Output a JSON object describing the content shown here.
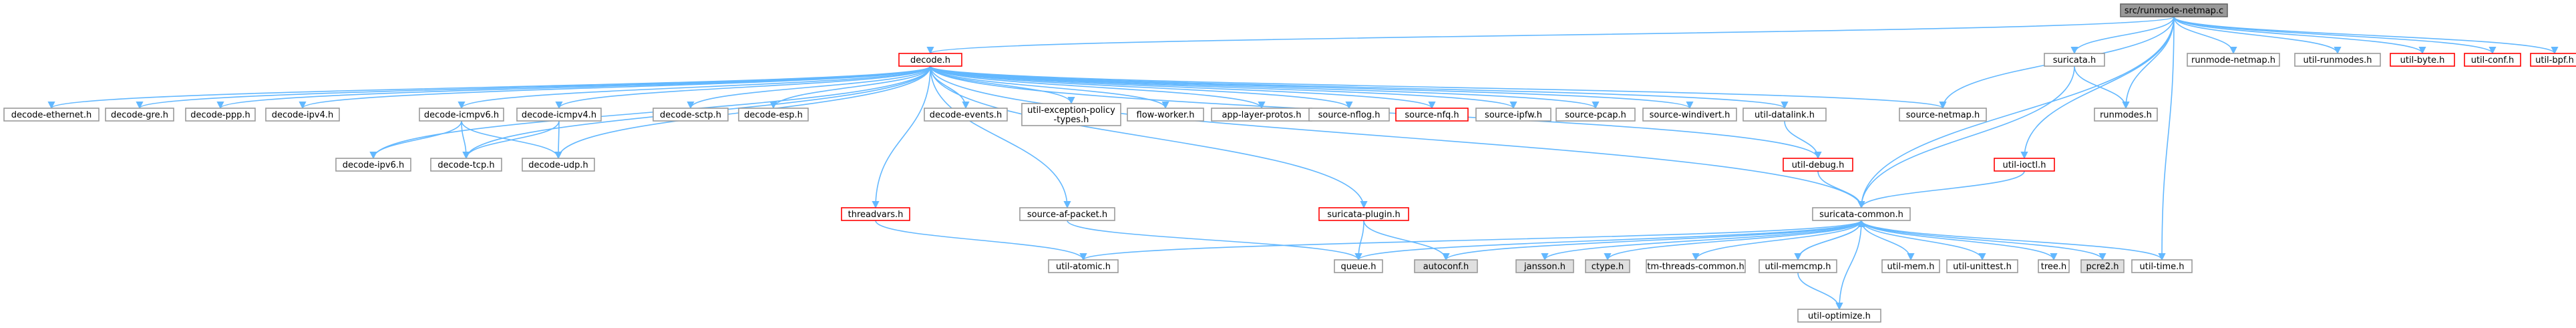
{
  "colors": {
    "edge": "#63b8ff",
    "normal_fill": "#ffffff",
    "normal_border": "#999999",
    "root_fill": "#999999",
    "root_border": "#666666",
    "missing_border": "#ff0000",
    "external_fill": "#e0e0e0",
    "external_border": "#999999"
  },
  "nodes": [
    {
      "id": "root",
      "label": "src/runmode-netmap.c",
      "style": "root"
    },
    {
      "id": "decode",
      "label": "decode.h",
      "style": "missing"
    },
    {
      "id": "suricata",
      "label": "suricata.h",
      "style": "normal"
    },
    {
      "id": "runmode_netmap",
      "label": "runmode-netmap.h",
      "style": "normal"
    },
    {
      "id": "util_runmodes",
      "label": "util-runmodes.h",
      "style": "normal"
    },
    {
      "id": "util_byte",
      "label": "util-byte.h",
      "style": "missing"
    },
    {
      "id": "util_conf",
      "label": "util-conf.h",
      "style": "missing"
    },
    {
      "id": "util_bpf",
      "label": "util-bpf.h",
      "style": "missing"
    },
    {
      "id": "decode_ethernet",
      "label": "decode-ethernet.h",
      "style": "normal"
    },
    {
      "id": "decode_gre",
      "label": "decode-gre.h",
      "style": "normal"
    },
    {
      "id": "decode_ppp",
      "label": "decode-ppp.h",
      "style": "normal"
    },
    {
      "id": "decode_ipv4",
      "label": "decode-ipv4.h",
      "style": "normal"
    },
    {
      "id": "decode_icmpv6",
      "label": "decode-icmpv6.h",
      "style": "normal"
    },
    {
      "id": "decode_icmpv4",
      "label": "decode-icmpv4.h",
      "style": "normal"
    },
    {
      "id": "decode_sctp",
      "label": "decode-sctp.h",
      "style": "normal"
    },
    {
      "id": "decode_esp",
      "label": "decode-esp.h",
      "style": "normal"
    },
    {
      "id": "decode_events",
      "label": "decode-events.h",
      "style": "normal"
    },
    {
      "id": "util_exception",
      "label": "util-exception-policy\n-types.h",
      "style": "normal"
    },
    {
      "id": "flow_worker",
      "label": "flow-worker.h",
      "style": "normal"
    },
    {
      "id": "app_layer_protos",
      "label": "app-layer-protos.h",
      "style": "normal"
    },
    {
      "id": "source_nflog",
      "label": "source-nflog.h",
      "style": "normal"
    },
    {
      "id": "source_nfq",
      "label": "source-nfq.h",
      "style": "missing"
    },
    {
      "id": "source_ipfw",
      "label": "source-ipfw.h",
      "style": "normal"
    },
    {
      "id": "source_pcap",
      "label": "source-pcap.h",
      "style": "normal"
    },
    {
      "id": "source_windivert",
      "label": "source-windivert.h",
      "style": "normal"
    },
    {
      "id": "util_datalink",
      "label": "util-datalink.h",
      "style": "normal"
    },
    {
      "id": "source_netmap",
      "label": "source-netmap.h",
      "style": "normal"
    },
    {
      "id": "runmodes",
      "label": "runmodes.h",
      "style": "normal"
    },
    {
      "id": "util_ioctl",
      "label": "util-ioctl.h",
      "style": "missing"
    },
    {
      "id": "decode_ipv6",
      "label": "decode-ipv6.h",
      "style": "normal"
    },
    {
      "id": "decode_tcp",
      "label": "decode-tcp.h",
      "style": "normal"
    },
    {
      "id": "decode_udp",
      "label": "decode-udp.h",
      "style": "normal"
    },
    {
      "id": "util_debug",
      "label": "util-debug.h",
      "style": "missing"
    },
    {
      "id": "threadvars",
      "label": "threadvars.h",
      "style": "missing"
    },
    {
      "id": "source_af_packet",
      "label": "source-af-packet.h",
      "style": "normal"
    },
    {
      "id": "suricata_plugin",
      "label": "suricata-plugin.h",
      "style": "missing"
    },
    {
      "id": "suricata_common",
      "label": "suricata-common.h",
      "style": "normal"
    },
    {
      "id": "util_atomic",
      "label": "util-atomic.h",
      "style": "normal"
    },
    {
      "id": "queue",
      "label": "queue.h",
      "style": "normal"
    },
    {
      "id": "autoconf",
      "label": "autoconf.h",
      "style": "external"
    },
    {
      "id": "jansson",
      "label": "jansson.h",
      "style": "external"
    },
    {
      "id": "ctype",
      "label": "ctype.h",
      "style": "external"
    },
    {
      "id": "tm_threads_common",
      "label": "tm-threads-common.h",
      "style": "normal"
    },
    {
      "id": "util_memcmp",
      "label": "util-memcmp.h",
      "style": "normal"
    },
    {
      "id": "util_mem",
      "label": "util-mem.h",
      "style": "normal"
    },
    {
      "id": "util_unittest",
      "label": "util-unittest.h",
      "style": "normal"
    },
    {
      "id": "tree",
      "label": "tree.h",
      "style": "normal"
    },
    {
      "id": "pcre2",
      "label": "pcre2.h",
      "style": "external"
    },
    {
      "id": "util_time",
      "label": "util-time.h",
      "style": "normal"
    },
    {
      "id": "util_optimize",
      "label": "util-optimize.h",
      "style": "normal"
    }
  ],
  "edges": [
    [
      "root",
      "decode"
    ],
    [
      "root",
      "suricata"
    ],
    [
      "root",
      "runmode_netmap"
    ],
    [
      "root",
      "util_runmodes"
    ],
    [
      "root",
      "util_byte"
    ],
    [
      "root",
      "util_conf"
    ],
    [
      "root",
      "util_bpf"
    ],
    [
      "root",
      "source_netmap"
    ],
    [
      "root",
      "runmodes"
    ],
    [
      "root",
      "util_ioctl"
    ],
    [
      "root",
      "suricata_common"
    ],
    [
      "root",
      "util_time"
    ],
    [
      "decode",
      "decode_ethernet"
    ],
    [
      "decode",
      "decode_gre"
    ],
    [
      "decode",
      "decode_ppp"
    ],
    [
      "decode",
      "decode_ipv4"
    ],
    [
      "decode",
      "decode_icmpv6"
    ],
    [
      "decode",
      "decode_icmpv4"
    ],
    [
      "decode",
      "decode_sctp"
    ],
    [
      "decode",
      "decode_esp"
    ],
    [
      "decode",
      "decode_events"
    ],
    [
      "decode",
      "util_exception"
    ],
    [
      "decode",
      "flow_worker"
    ],
    [
      "decode",
      "app_layer_protos"
    ],
    [
      "decode",
      "source_nflog"
    ],
    [
      "decode",
      "source_nfq"
    ],
    [
      "decode",
      "source_ipfw"
    ],
    [
      "decode",
      "source_pcap"
    ],
    [
      "decode",
      "source_windivert"
    ],
    [
      "decode",
      "util_datalink"
    ],
    [
      "decode",
      "source_netmap"
    ],
    [
      "decode",
      "decode_ipv6"
    ],
    [
      "decode",
      "decode_tcp"
    ],
    [
      "decode",
      "decode_udp"
    ],
    [
      "decode",
      "util_debug"
    ],
    [
      "decode",
      "threadvars"
    ],
    [
      "decode",
      "source_af_packet"
    ],
    [
      "decode",
      "suricata_plugin"
    ],
    [
      "decode",
      "suricata_common"
    ],
    [
      "decode_icmpv6",
      "decode_ipv6"
    ],
    [
      "decode_icmpv6",
      "decode_tcp"
    ],
    [
      "decode_icmpv6",
      "decode_udp"
    ],
    [
      "decode_icmpv4",
      "decode_tcp"
    ],
    [
      "decode_icmpv4",
      "decode_udp"
    ],
    [
      "util_datalink",
      "util_debug"
    ],
    [
      "util_debug",
      "suricata_common"
    ],
    [
      "suricata",
      "runmodes"
    ],
    [
      "suricata",
      "suricata_common"
    ],
    [
      "util_ioctl",
      "suricata_common"
    ],
    [
      "threadvars",
      "util_atomic"
    ],
    [
      "source_af_packet",
      "queue"
    ],
    [
      "suricata_plugin",
      "queue"
    ],
    [
      "suricata_plugin",
      "autoconf"
    ],
    [
      "suricata_common",
      "util_atomic"
    ],
    [
      "suricata_common",
      "queue"
    ],
    [
      "suricata_common",
      "autoconf"
    ],
    [
      "suricata_common",
      "jansson"
    ],
    [
      "suricata_common",
      "ctype"
    ],
    [
      "suricata_common",
      "tm_threads_common"
    ],
    [
      "suricata_common",
      "util_memcmp"
    ],
    [
      "suricata_common",
      "util_mem"
    ],
    [
      "suricata_common",
      "util_unittest"
    ],
    [
      "suricata_common",
      "tree"
    ],
    [
      "suricata_common",
      "pcre2"
    ],
    [
      "suricata_common",
      "util_time"
    ],
    [
      "suricata_common",
      "util_optimize"
    ],
    [
      "util_memcmp",
      "suricata_common"
    ],
    [
      "util_memcmp",
      "util_optimize"
    ]
  ]
}
